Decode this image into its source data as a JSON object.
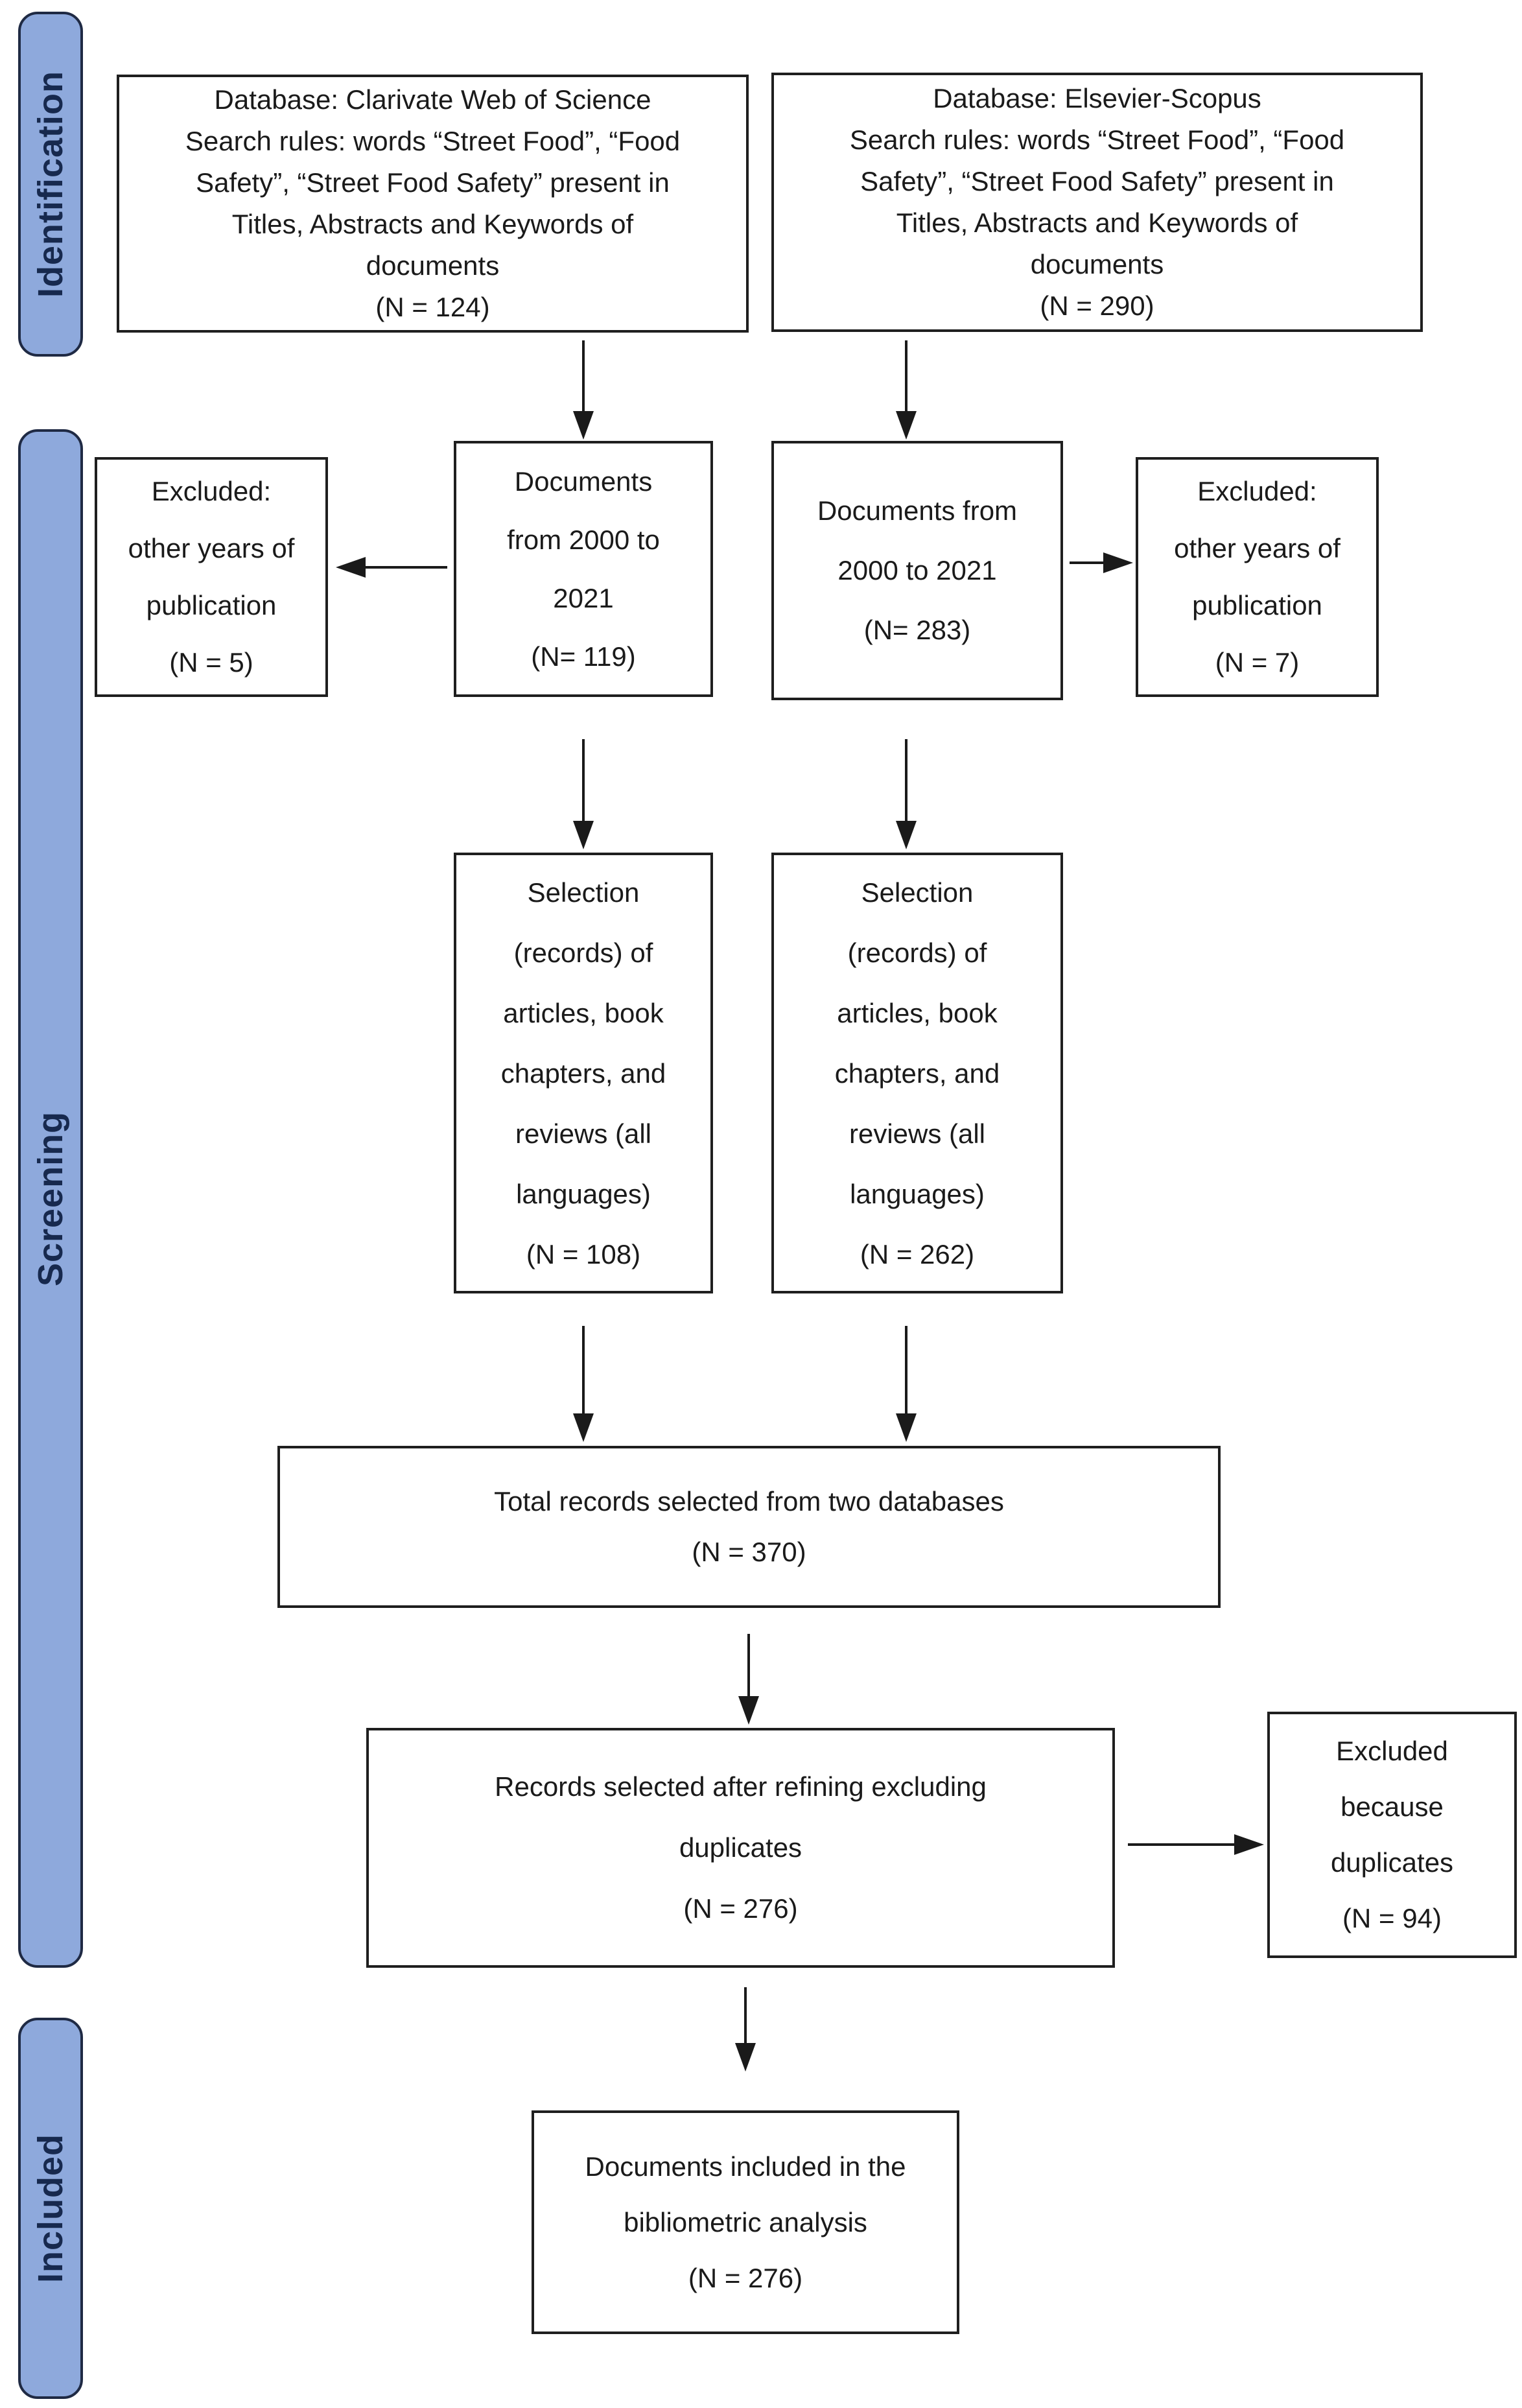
{
  "diagram": {
    "title": "PRISMA-style document selection flow for bibliometric analysis",
    "stages": [
      {
        "id": "identification",
        "label": "Identification"
      },
      {
        "id": "screening",
        "label": "Screening"
      },
      {
        "id": "included",
        "label": "Included"
      }
    ],
    "nodes": {
      "wos_search": {
        "lines": [
          "Database: Clarivate Web of Science",
          "Search rules: words “Street Food”, “Food",
          "Safety”, “Street Food Safety” present in",
          "Titles, Abstracts and Keywords of",
          "documents",
          "(N = 124)"
        ],
        "n": 124
      },
      "scopus_search": {
        "lines": [
          "Database: Elsevier-Scopus",
          "Search rules: words “Street Food”, “Food",
          "Safety”, “Street Food Safety” present in",
          "Titles, Abstracts and Keywords of",
          "documents",
          "(N = 290)"
        ],
        "n": 290
      },
      "wos_excluded_years": {
        "lines": [
          "Excluded:",
          "other years of",
          "publication",
          "(N = 5)"
        ],
        "n": 5
      },
      "wos_docs_2000_2021": {
        "lines": [
          "Documents",
          "from 2000 to",
          "2021",
          "(N= 119)"
        ],
        "n": 119
      },
      "scopus_docs_2000_2021": {
        "lines": [
          "Documents from",
          "2000 to 2021",
          "(N= 283)"
        ],
        "n": 283
      },
      "scopus_excluded_years": {
        "lines": [
          "Excluded:",
          "other years of",
          "publication",
          "(N = 7)"
        ],
        "n": 7
      },
      "wos_selection": {
        "lines": [
          "Selection",
          "(records) of",
          "articles, book",
          "chapters, and",
          "reviews (all",
          "languages)",
          "(N = 108)"
        ],
        "n": 108
      },
      "scopus_selection": {
        "lines": [
          "Selection",
          "(records) of",
          "articles, book",
          "chapters, and",
          "reviews (all",
          "languages)",
          "(N = 262)"
        ],
        "n": 262
      },
      "total_records": {
        "lines": [
          "Total records selected from two databases",
          "(N = 370)"
        ],
        "n": 370
      },
      "records_after_refining": {
        "lines": [
          "Records selected after refining excluding",
          "duplicates",
          "(N = 276)"
        ],
        "n": 276
      },
      "excluded_duplicates": {
        "lines": [
          "Excluded",
          "because",
          "duplicates",
          "(N = 94)"
        ],
        "n": 94
      },
      "included_documents": {
        "lines": [
          "Documents included in the",
          "bibliometric analysis",
          "(N = 276)"
        ],
        "n": 276
      }
    },
    "colors": {
      "stage_fill": "#8EA9DC",
      "stage_border": "#1F2A44",
      "stage_text": "#17294E",
      "box_border": "#1F1F1F",
      "box_text": "#1A1A1A",
      "arrow": "#1A1A1A",
      "background": "#FFFFFF"
    }
  }
}
